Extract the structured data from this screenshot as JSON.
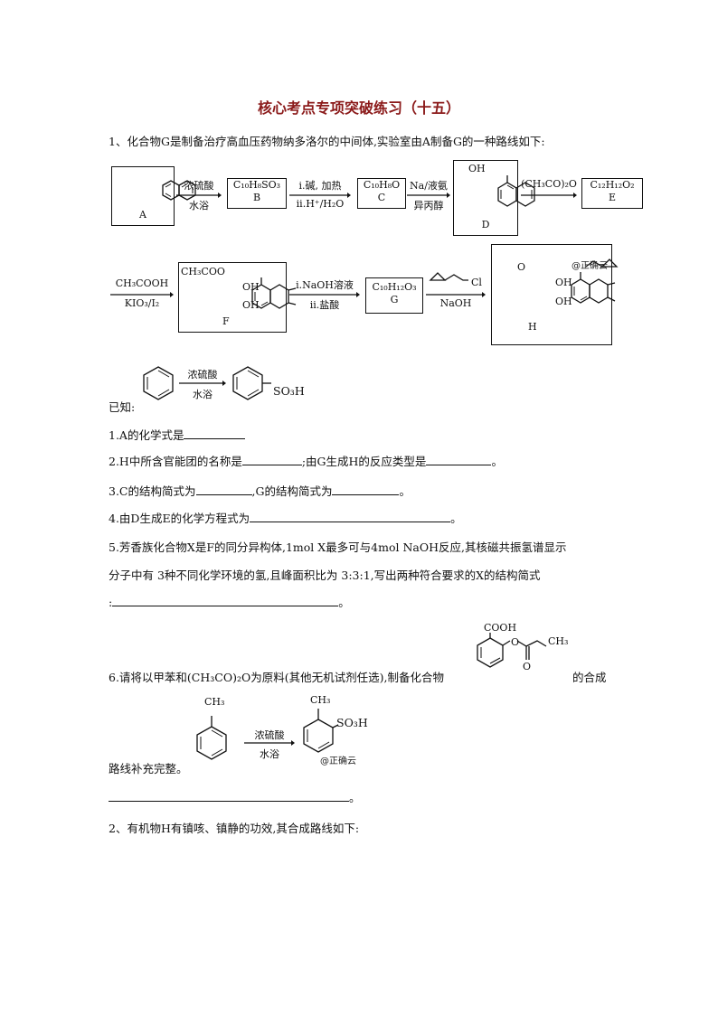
{
  "title": "核心考点专项突破练习（十五）",
  "q1": {
    "intro": "1、化合物G是制备治疗高血压药物纳多洛尔的中间体,实验室由A制备G的一种路线如下:",
    "labels": {
      "A": "A",
      "B": "B",
      "C": "C",
      "D": "D",
      "E": "E",
      "F": "F",
      "G": "G",
      "H": "H",
      "B_formula": "C10H8SO3",
      "C_formula": "C10H8O",
      "E_formula": "C12H12O2",
      "G_formula": "C10H12O3"
    },
    "arrows": {
      "a1_top": "浓硫酸",
      "a1_bot": "水浴",
      "a2_top": "i.碱, 加热",
      "a2_bot": "ii.H⁺/H₂O",
      "a3_top": "Na/液氨",
      "a3_bot": "异丙醇",
      "a4_top": "(CH₃CO)₂O",
      "a5_top": "CH₃COOH",
      "a5_bot": "KIO₃/I₂",
      "a6_top": "i.NaOH溶液",
      "a6_bot": "ii.盐酸",
      "a7_bot": "NaOH"
    },
    "struct_text": {
      "OH": "OH",
      "CH3COO": "CH₃COO",
      "Cl": "Cl",
      "SO3H": "SO₃H",
      "CH3": "CH₃",
      "COOH": "COOH"
    },
    "watermark": "@正确云",
    "known_label": "已知:",
    "known_top": "浓硫酸",
    "known_bot": "水浴",
    "sub1": "1.A的化学式是",
    "sub2a": "2.H中所含官能团的名称是",
    "sub2b": ";由G生成H的反应类型是",
    "sub3a": "3.C的结构简式为",
    "sub3b": ",G的结构简式为",
    "sub4": "4.由D生成E的化学方程式为",
    "sub5_line1": "5.芳香族化合物X是F的同分异构体,1mol X最多可与4mol NaOH反应,其核磁共振氢谱显示",
    "sub5_line2": "分子中有 3种不同化学环境的氢,且峰面积比为 3:3:1,写出两种符合要求的X的结构简式",
    "sub5_line3": ":",
    "sub6_line1": "6.请将以甲苯和(CH₃CO)₂O为原料(其他无机试剂任选),制备化合物",
    "sub6_tail": "的合成",
    "sub6_line2": "路线补充完整。",
    "sub6_top": "浓硫酸",
    "sub6_bot": "水浴",
    "period": "。"
  },
  "q2": {
    "intro": "2、有机物H有镇咳、镇静的功效,其合成路线如下:"
  }
}
